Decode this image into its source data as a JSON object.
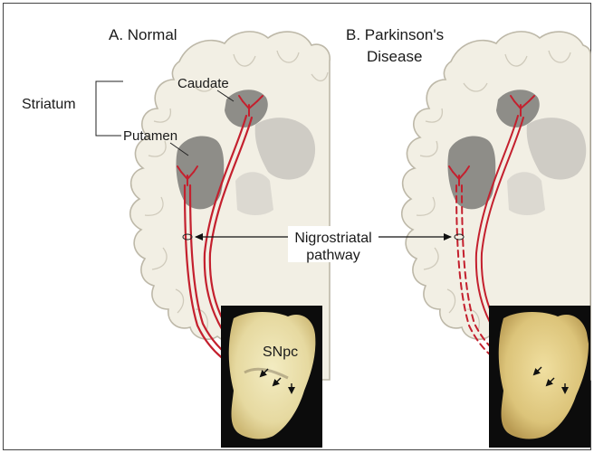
{
  "panels": {
    "normal": {
      "title": "A. Normal"
    },
    "parkinsons": {
      "title_line1": "B. Parkinson's",
      "title_line2": "Disease"
    }
  },
  "labels": {
    "striatum": "Striatum",
    "caudate": "Caudate",
    "putamen": "Putamen",
    "pathway_line1": "Nigrostriatal",
    "pathway_line2": "pathway",
    "snpc": "SNpc"
  },
  "colors": {
    "brain_fill": "#f2efe4",
    "brain_stroke": "#bdb8a8",
    "striatum_fill": "#7d7b78",
    "ventricle_fill": "#c9c6bf",
    "pathway_red": "#c4202e",
    "photo_bg": "#0c0c0c",
    "tissue_normal": "#ece2b0",
    "tissue_parkinsons": "#e0cc88",
    "pigment": "#5a4a3a"
  },
  "icons": {
    "arrow": "black-arrow-icon"
  }
}
